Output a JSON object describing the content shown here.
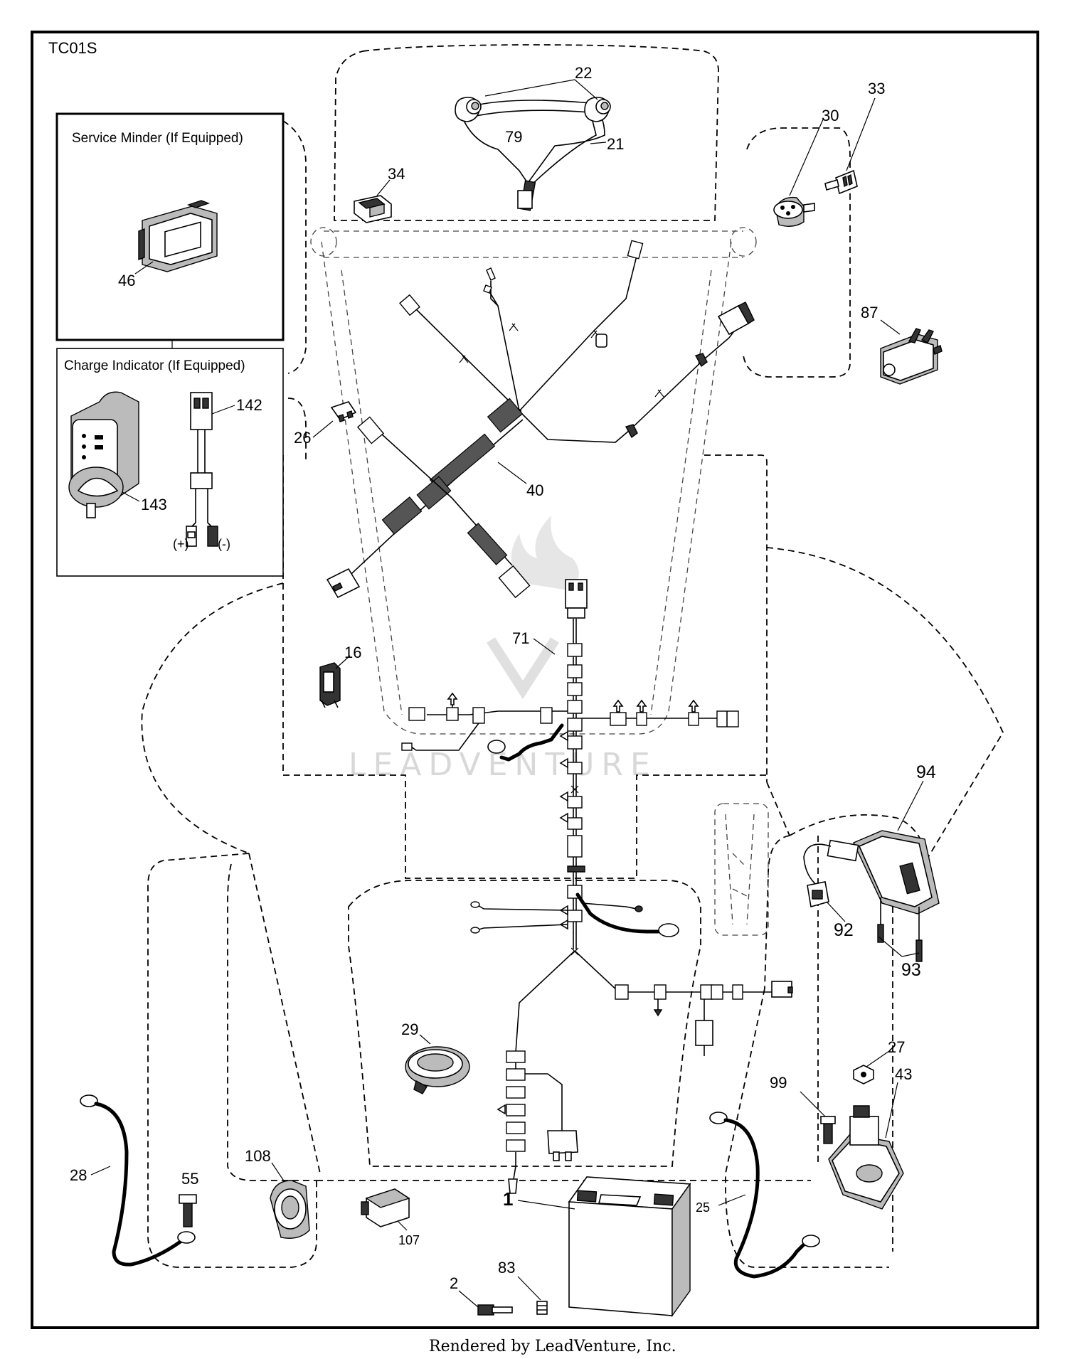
{
  "diagram_code": "TC01S",
  "insets": {
    "service_minder": {
      "title": "Service Minder (If Equipped)"
    },
    "charge_indicator": {
      "title": "Charge Indicator (If Equipped)",
      "plus": "(+)",
      "minus": "(-)"
    }
  },
  "callouts": {
    "c1": "1",
    "c2": "2",
    "c16": "16",
    "c21": "21",
    "c22": "22",
    "c25": "25",
    "c26": "26",
    "c27": "27",
    "c28": "28",
    "c29": "29",
    "c30": "30",
    "c33": "33",
    "c34": "34",
    "c40": "40",
    "c43": "43",
    "c46": "46",
    "c55": "55",
    "c71": "71",
    "c79": "79",
    "c83": "83",
    "c87": "87",
    "c92": "92",
    "c93": "93",
    "c94": "94",
    "c99": "99",
    "c107": "107",
    "c108": "108",
    "c142": "142",
    "c143": "143"
  },
  "watermark": "LEADVENTURE",
  "footer": "Rendered by LeadVenture, Inc."
}
